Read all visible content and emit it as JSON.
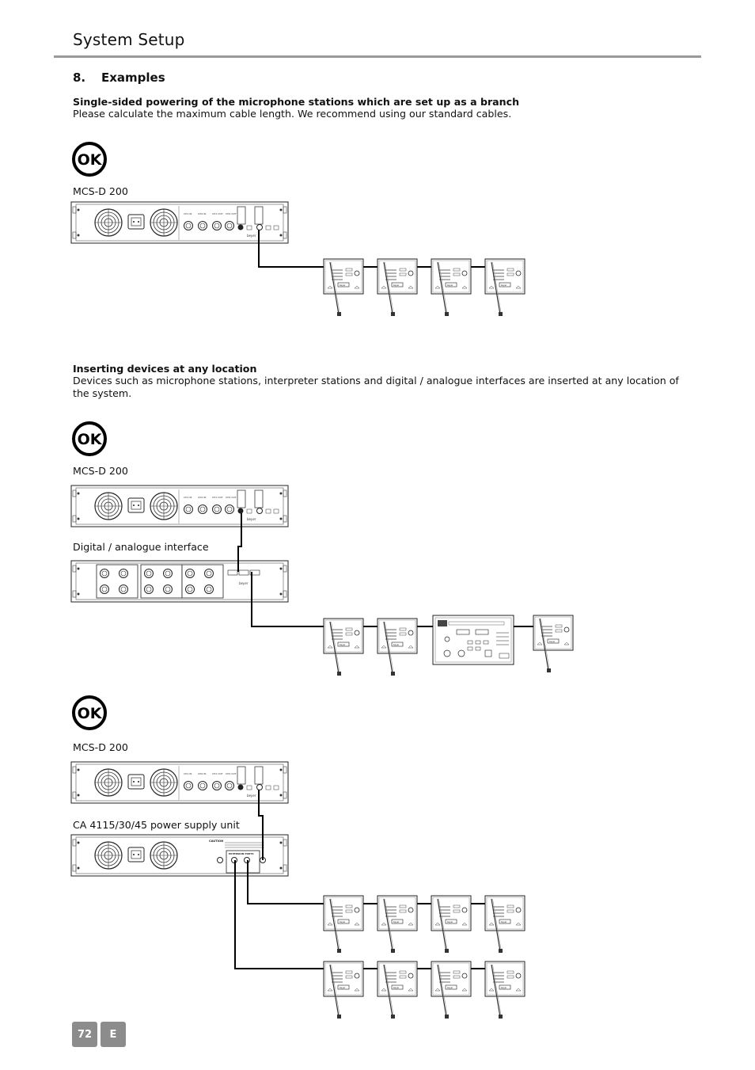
{
  "header": {
    "title": "System Setup"
  },
  "section": {
    "number": "8.",
    "title": "Examples"
  },
  "example1": {
    "heading": "Single-sided powering of the microphone stations which are set up as a branch",
    "text": "Please calculate the maximum cable length. We recommend using our standard cables.",
    "badge": "OK",
    "device_label": "MCS-D 200"
  },
  "example2": {
    "heading": "Inserting devices at any location",
    "text": "Devices such as microphone stations, interpreter stations and digital / analogue interfaces are inserted at any location of the system.",
    "badge": "OK",
    "device_label": "MCS-D 200",
    "interface_label": "Digital / analogue interface"
  },
  "example3": {
    "badge": "OK",
    "device_label": "MCS-D 200",
    "psu_label": "CA 4115/30/45 power supply unit"
  },
  "footer": {
    "page_number": "72",
    "language": "E"
  }
}
